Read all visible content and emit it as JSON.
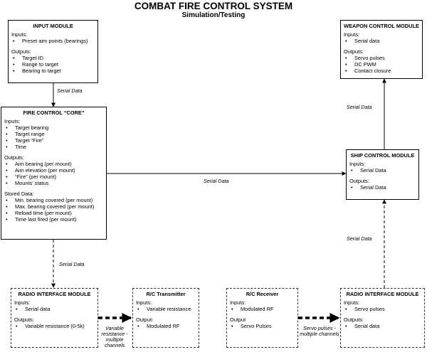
{
  "title": "COMBAT FIRE CONTROL SYSTEM",
  "subtitle": "Simulation/Testing",
  "input_module": {
    "heading": "INPUT MODULE",
    "inputs_label": "Inputs:",
    "inputs": [
      "Preset aim points (bearings)"
    ],
    "outputs_label": "Outputs:",
    "outputs": [
      "Target ID",
      "Range to target",
      "Bearing to target"
    ]
  },
  "weapon_module": {
    "heading": "WEAPON CONTROL MODULE",
    "inputs_label": "Inputs:",
    "inputs": [
      "Serial data"
    ],
    "outputs_label": "Outputs:",
    "outputs": [
      "Servo pulses",
      "DC PWM",
      "Contact closure"
    ]
  },
  "core": {
    "heading": "FIRE CONTROL “CORE”",
    "inputs_label": "Inputs:",
    "inputs": [
      "Target bearing",
      "Target range",
      "Target “Fire”",
      "Time"
    ],
    "outputs_label": "Outputs:",
    "outputs": [
      "Aim bearing (per mount)",
      "Aim elevation (per mount)",
      "“Fire” (per mount)",
      "Mounts’ status"
    ],
    "stored_label": "Stored Data:",
    "stored": [
      "Min. bearing covered (per mount)",
      "Max. bearing covered (per mount)",
      "Reload time (per mount)",
      "Time last fired (per mount)"
    ]
  },
  "ship_module": {
    "heading": "SHIP CONTROL MODULE",
    "inputs_label": "Inputs:",
    "inputs": [
      "Serial Data"
    ],
    "outputs_label": "Outputs:",
    "outputs": [
      "Serial Data"
    ]
  },
  "radio_left": {
    "heading": "RADIO INTERFACE MODULE",
    "inputs_label": "Inputs:",
    "inputs": [
      "Serial data"
    ],
    "outputs_label": "Outputs:",
    "outputs": [
      "Variable resistance (0-5k)"
    ]
  },
  "rc_tx": {
    "heading": "R/C Transmitter",
    "inputs_label": "Inputs:",
    "inputs": [
      "Variable resistance"
    ],
    "outputs_label": "Output:",
    "outputs": [
      "Modulated RF"
    ]
  },
  "rc_rx": {
    "heading": "R/C Receiver",
    "inputs_label": "Inputs:",
    "inputs": [
      "Modulated RF"
    ],
    "outputs_label": "Output",
    "outputs": [
      "Servo Pulses"
    ]
  },
  "radio_right": {
    "heading": "RADIO INTERFACE MODULE",
    "inputs_label": "Inputs:",
    "inputs": [
      "Servo pulses"
    ],
    "outputs_label": "Outputs:",
    "outputs": [
      "Serial data"
    ]
  },
  "connectors": {
    "input_to_core": "Serial Data",
    "ship_to_weapon": "Serial Data",
    "core_to_ship": "Serial Data",
    "core_to_radio": "Serial Data",
    "radio_to_ship": "Serial Data",
    "radio_to_tx": "Variable resistance - multiple channels",
    "rx_to_radio": "Servo pulses - multiple channels"
  }
}
